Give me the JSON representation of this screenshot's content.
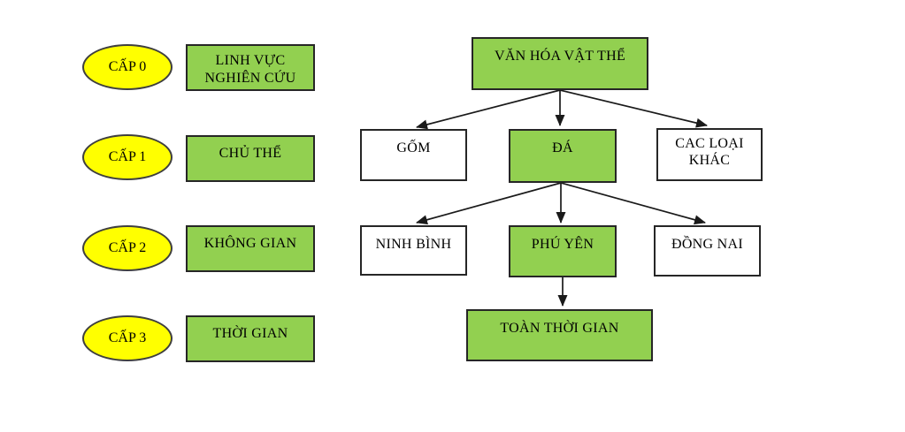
{
  "legend": {
    "rows": [
      {
        "level": "CẤP 0",
        "label": "LINH VỰC\nNGHIÊN CỨU"
      },
      {
        "level": "CẤP 1",
        "label": "CHỦ THỂ"
      },
      {
        "level": "CẤP 2",
        "label": "KHÔNG GIAN"
      },
      {
        "level": "CẤP 3",
        "label": "THỜI GIAN"
      }
    ]
  },
  "tree": {
    "root": {
      "label": "VĂN HÓA VẬT THỂ",
      "highlighted": true
    },
    "level1": [
      {
        "label": "GỐM",
        "highlighted": false
      },
      {
        "label": "ĐÁ",
        "highlighted": true
      },
      {
        "label": "CAC LOẠI\nKHÁC",
        "highlighted": false
      }
    ],
    "level2": [
      {
        "label": "NINH BÌNH",
        "highlighted": false
      },
      {
        "label": "PHÚ YÊN",
        "highlighted": true
      },
      {
        "label": "ĐỒNG NAI",
        "highlighted": false
      }
    ],
    "level3": {
      "label": "TOÀN THỜI GIAN",
      "highlighted": true
    }
  },
  "colors": {
    "highlight_green": "#92d050",
    "level_yellow": "#ffff00",
    "arrow_black": "#1a1a1a"
  }
}
